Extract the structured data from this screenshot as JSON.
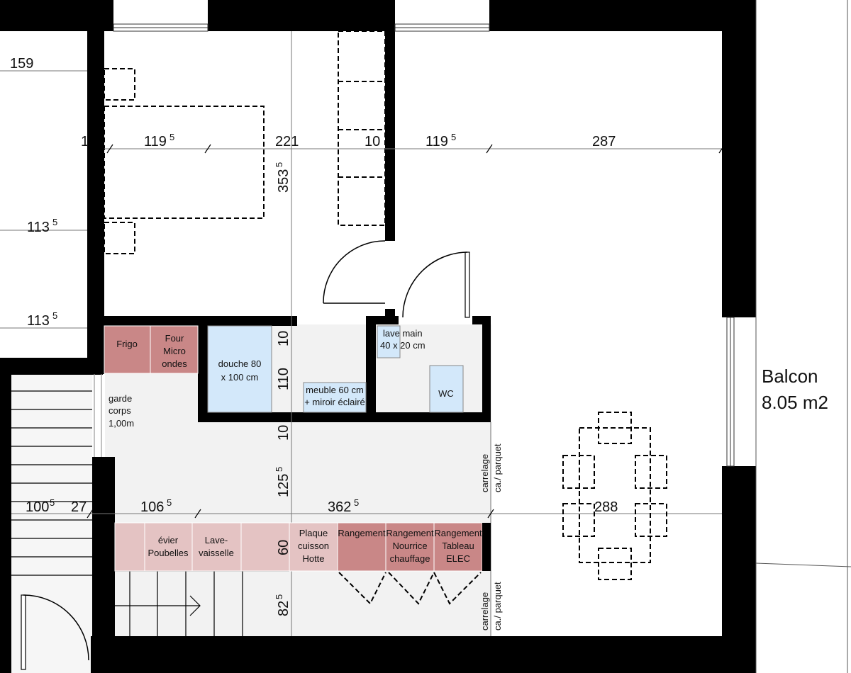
{
  "rooms": {
    "balcon_label": "Balcon",
    "balcon_area": "8.05 m2",
    "garde_corps": [
      "garde",
      "corps",
      "1,00m"
    ],
    "douche": [
      "douche 80",
      "x 100 cm"
    ],
    "meuble": [
      "meuble 60 cm",
      "+ miroir éclairé"
    ],
    "lave_main": [
      "lave main",
      "40 x 20 cm"
    ],
    "wc": "WC",
    "carrelage": [
      "carrelage",
      "ca./ parquet"
    ]
  },
  "kitchen_top": {
    "frigo": "Frigo",
    "four": [
      "Four",
      "Micro",
      "ondes"
    ]
  },
  "kitchen_bottom": {
    "evier": [
      "évier",
      "Poubelles"
    ],
    "lave": [
      "Lave-",
      "vaisselle"
    ],
    "plaque": [
      "Plaque",
      "cuisson",
      "Hotte"
    ],
    "rangement1": "Rangement",
    "rangement2": [
      "Rangement",
      "Nourrice",
      "chauffage"
    ],
    "rangement3": [
      "Rangement",
      "Tableau",
      "ELEC"
    ]
  },
  "colors": {
    "wall": "#000000",
    "kitchen_pink": "#c98787",
    "kitchen_light_pink": "#e4c3c3",
    "bath_blue": "#d3e8fa",
    "floor_grey": "#f2f2f2"
  },
  "dimensions": {
    "d159": "159",
    "d1": "1",
    "d119a": "119",
    "d119a_sup": "5",
    "d221": "221",
    "d10a": "10",
    "d119b": "119",
    "d119b_sup": "5",
    "d287": "287",
    "d353": "353",
    "d353_sup": "5",
    "d113a": "113",
    "d113a_sup": "5",
    "d113b": "113",
    "d113b_sup": "5",
    "d10b": "10",
    "d110": "110",
    "d10c": "10",
    "d125": "125",
    "d125_sup": "5",
    "d100": "100",
    "d100_sup": "5",
    "d27": "27",
    "d106": "106",
    "d106_sup": "5",
    "d362": "362",
    "d362_sup": "5",
    "d288": "288",
    "d60": "60",
    "d82": "82",
    "d82_sup": "5"
  }
}
